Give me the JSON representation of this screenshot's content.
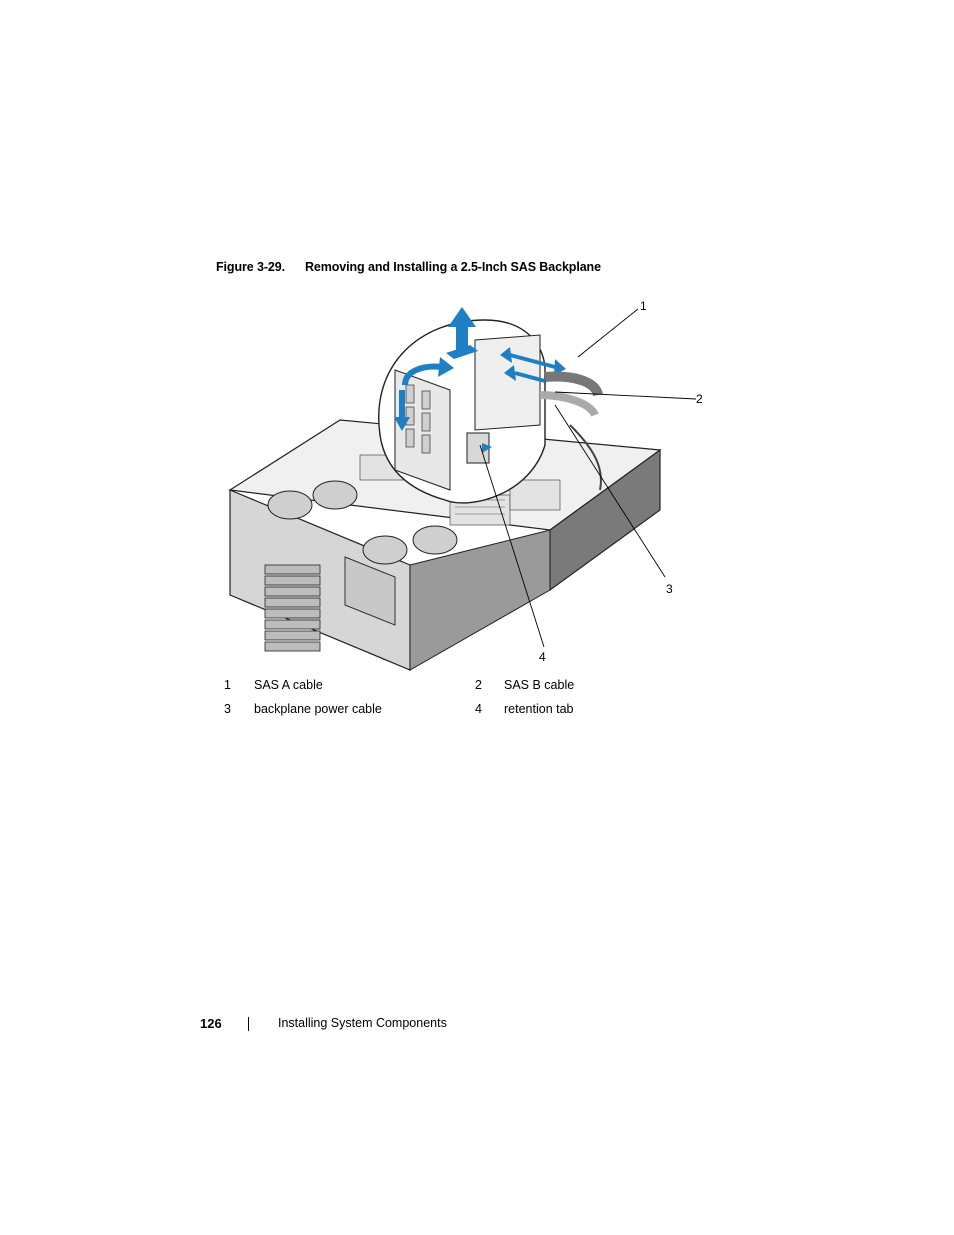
{
  "caption": {
    "label": "Figure 3-29.",
    "title": "Removing and Installing a 2.5-Inch SAS Backplane"
  },
  "figure": {
    "callouts": [
      "1",
      "2",
      "3",
      "4"
    ],
    "accent_color": "#1e7fc4"
  },
  "legend": [
    {
      "num": "1",
      "text": "SAS A cable"
    },
    {
      "num": "2",
      "text": "SAS B cable"
    },
    {
      "num": "3",
      "text": "backplane power cable"
    },
    {
      "num": "4",
      "text": "retention tab"
    }
  ],
  "footer": {
    "page_number": "126",
    "section": "Installing System Components"
  }
}
